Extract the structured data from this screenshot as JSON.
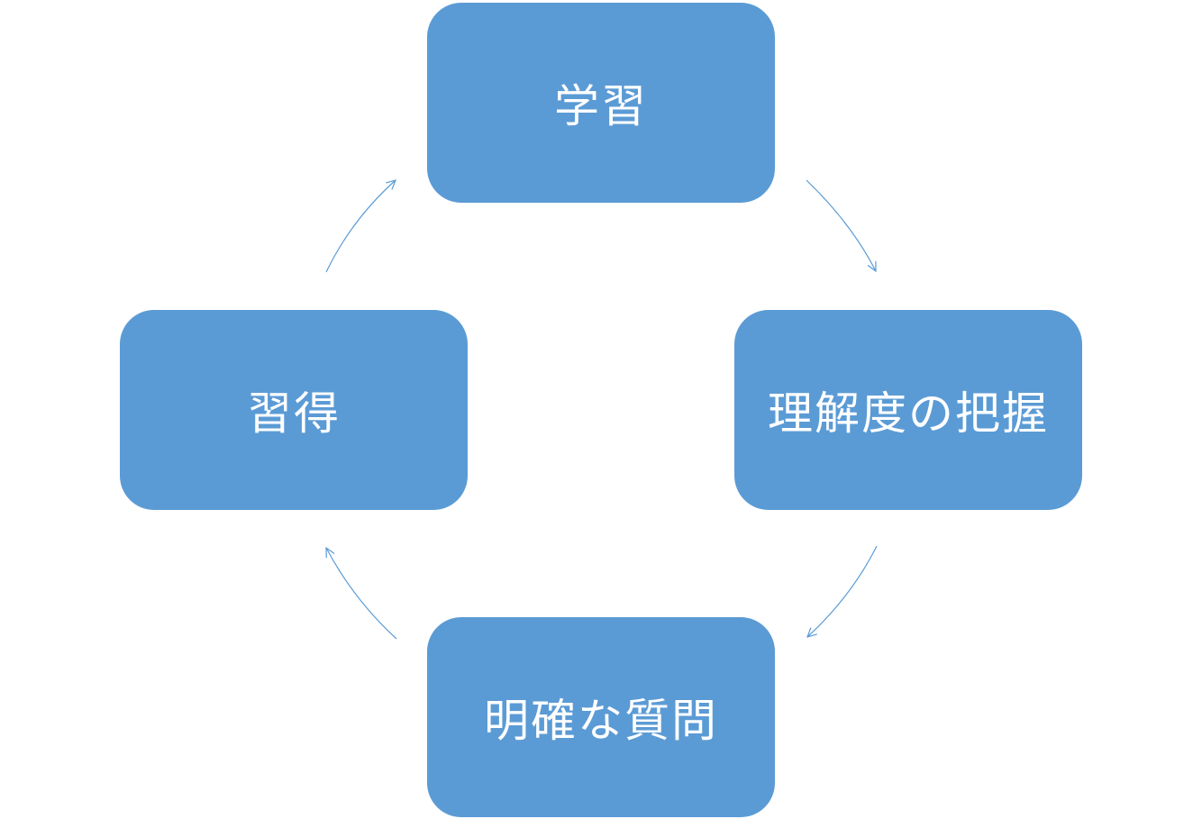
{
  "colors": {
    "node_fill": "#5b9bd5",
    "arrow": "#5b9bd5",
    "text": "#ffffff"
  },
  "cycle": {
    "nodes": [
      {
        "id": "top",
        "label": "学習"
      },
      {
        "id": "right",
        "label": "理解度の把握"
      },
      {
        "id": "bottom",
        "label": "明確な質問"
      },
      {
        "id": "left",
        "label": "習得"
      }
    ],
    "edges": [
      {
        "from": "学習",
        "to": "理解度の把握"
      },
      {
        "from": "理解度の把握",
        "to": "明確な質問"
      },
      {
        "from": "明確な質問",
        "to": "習得"
      },
      {
        "from": "習得",
        "to": "学習"
      }
    ]
  }
}
